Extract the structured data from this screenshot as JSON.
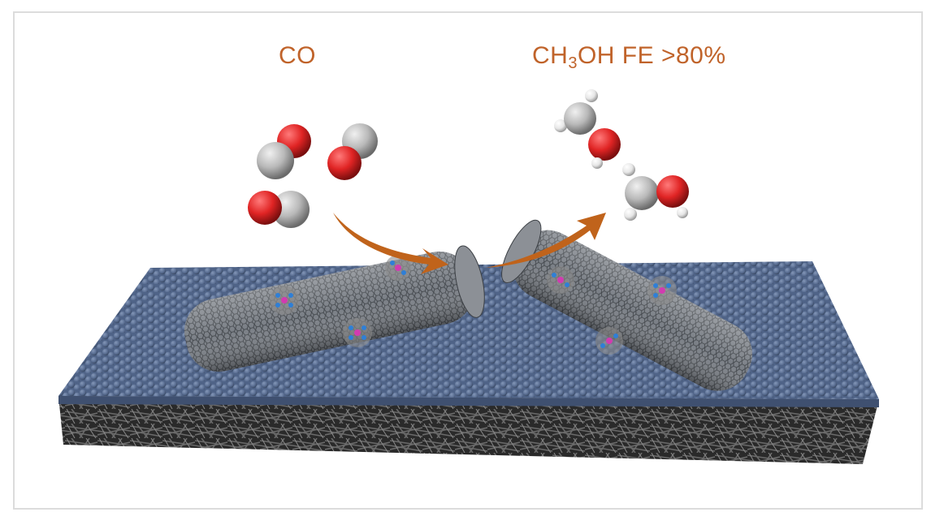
{
  "labels": {
    "reactant": "CO",
    "product_prefix": "CH",
    "product_subscript": "3",
    "product_suffix": "OH FE >80%"
  },
  "colors": {
    "label": "#c0632a",
    "arrow": "#c0631b",
    "oxygen": "#e02424",
    "carbon": "#b9b9b9",
    "hydrogen": "#f2f2f2",
    "substrate": "#5b6f93",
    "fiber": "#3a3a3a",
    "tube": "#6e6e6e",
    "catalyst_blue": "#2f7fd6",
    "catalyst_pink": "#d23bb0"
  },
  "molecules": {
    "reactant_co_count": 3,
    "product_methanol_count": 2
  }
}
